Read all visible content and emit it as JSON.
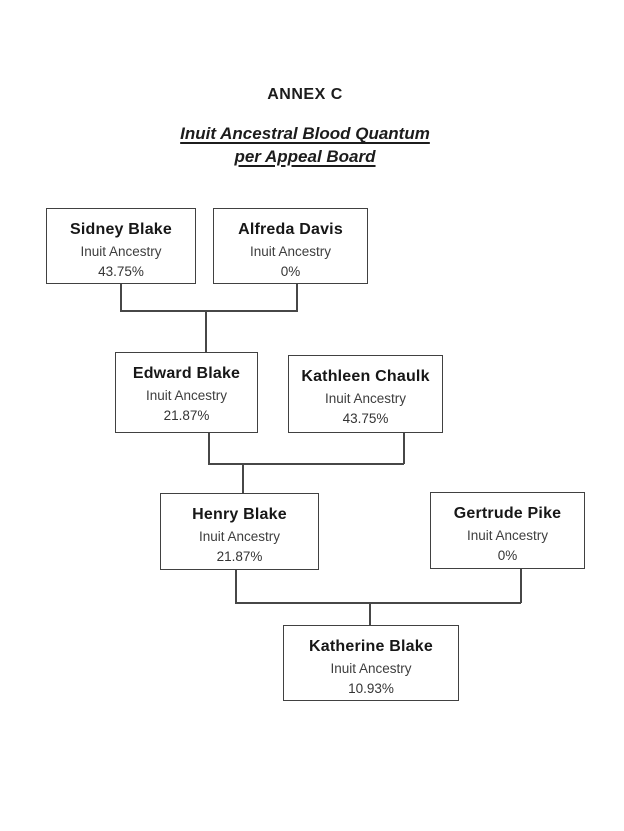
{
  "document": {
    "annex_label": "ANNEX C",
    "title_line1": "Inuit Ancestral Blood Quantum",
    "title_line2": "per Appeal Board"
  },
  "people": [
    {
      "name": "Sidney Blake",
      "ancestry_label": "Inuit Ancestry",
      "quantum": "43.75%"
    },
    {
      "name": "Alfreda Davis",
      "ancestry_label": "Inuit Ancestry",
      "quantum": "0%"
    },
    {
      "name": "Edward Blake",
      "ancestry_label": "Inuit Ancestry",
      "quantum": "21.87%"
    },
    {
      "name": "Kathleen Chaulk",
      "ancestry_label": "Inuit Ancestry",
      "quantum": "43.75%"
    },
    {
      "name": "Henry Blake",
      "ancestry_label": "Inuit Ancestry",
      "quantum": "21.87%"
    },
    {
      "name": "Gertrude Pike",
      "ancestry_label": "Inuit Ancestry",
      "quantum": "0%"
    },
    {
      "name": "Katherine Blake",
      "ancestry_label": "Inuit Ancestry",
      "quantum": "10.93%"
    }
  ],
  "relationships": [
    {
      "parents": [
        "Sidney Blake",
        "Alfreda Davis"
      ],
      "child": "Edward Blake"
    },
    {
      "parents": [
        "Edward Blake",
        "Kathleen Chaulk"
      ],
      "child": "Henry Blake"
    },
    {
      "parents": [
        "Henry Blake",
        "Gertrude Pike"
      ],
      "child": "Katherine Blake"
    }
  ],
  "colors": {
    "background": "#ffffff",
    "box_border": "#414141",
    "connector_line": "#474747",
    "text_primary": "#171717",
    "text_secondary": "#3e3e3e"
  }
}
